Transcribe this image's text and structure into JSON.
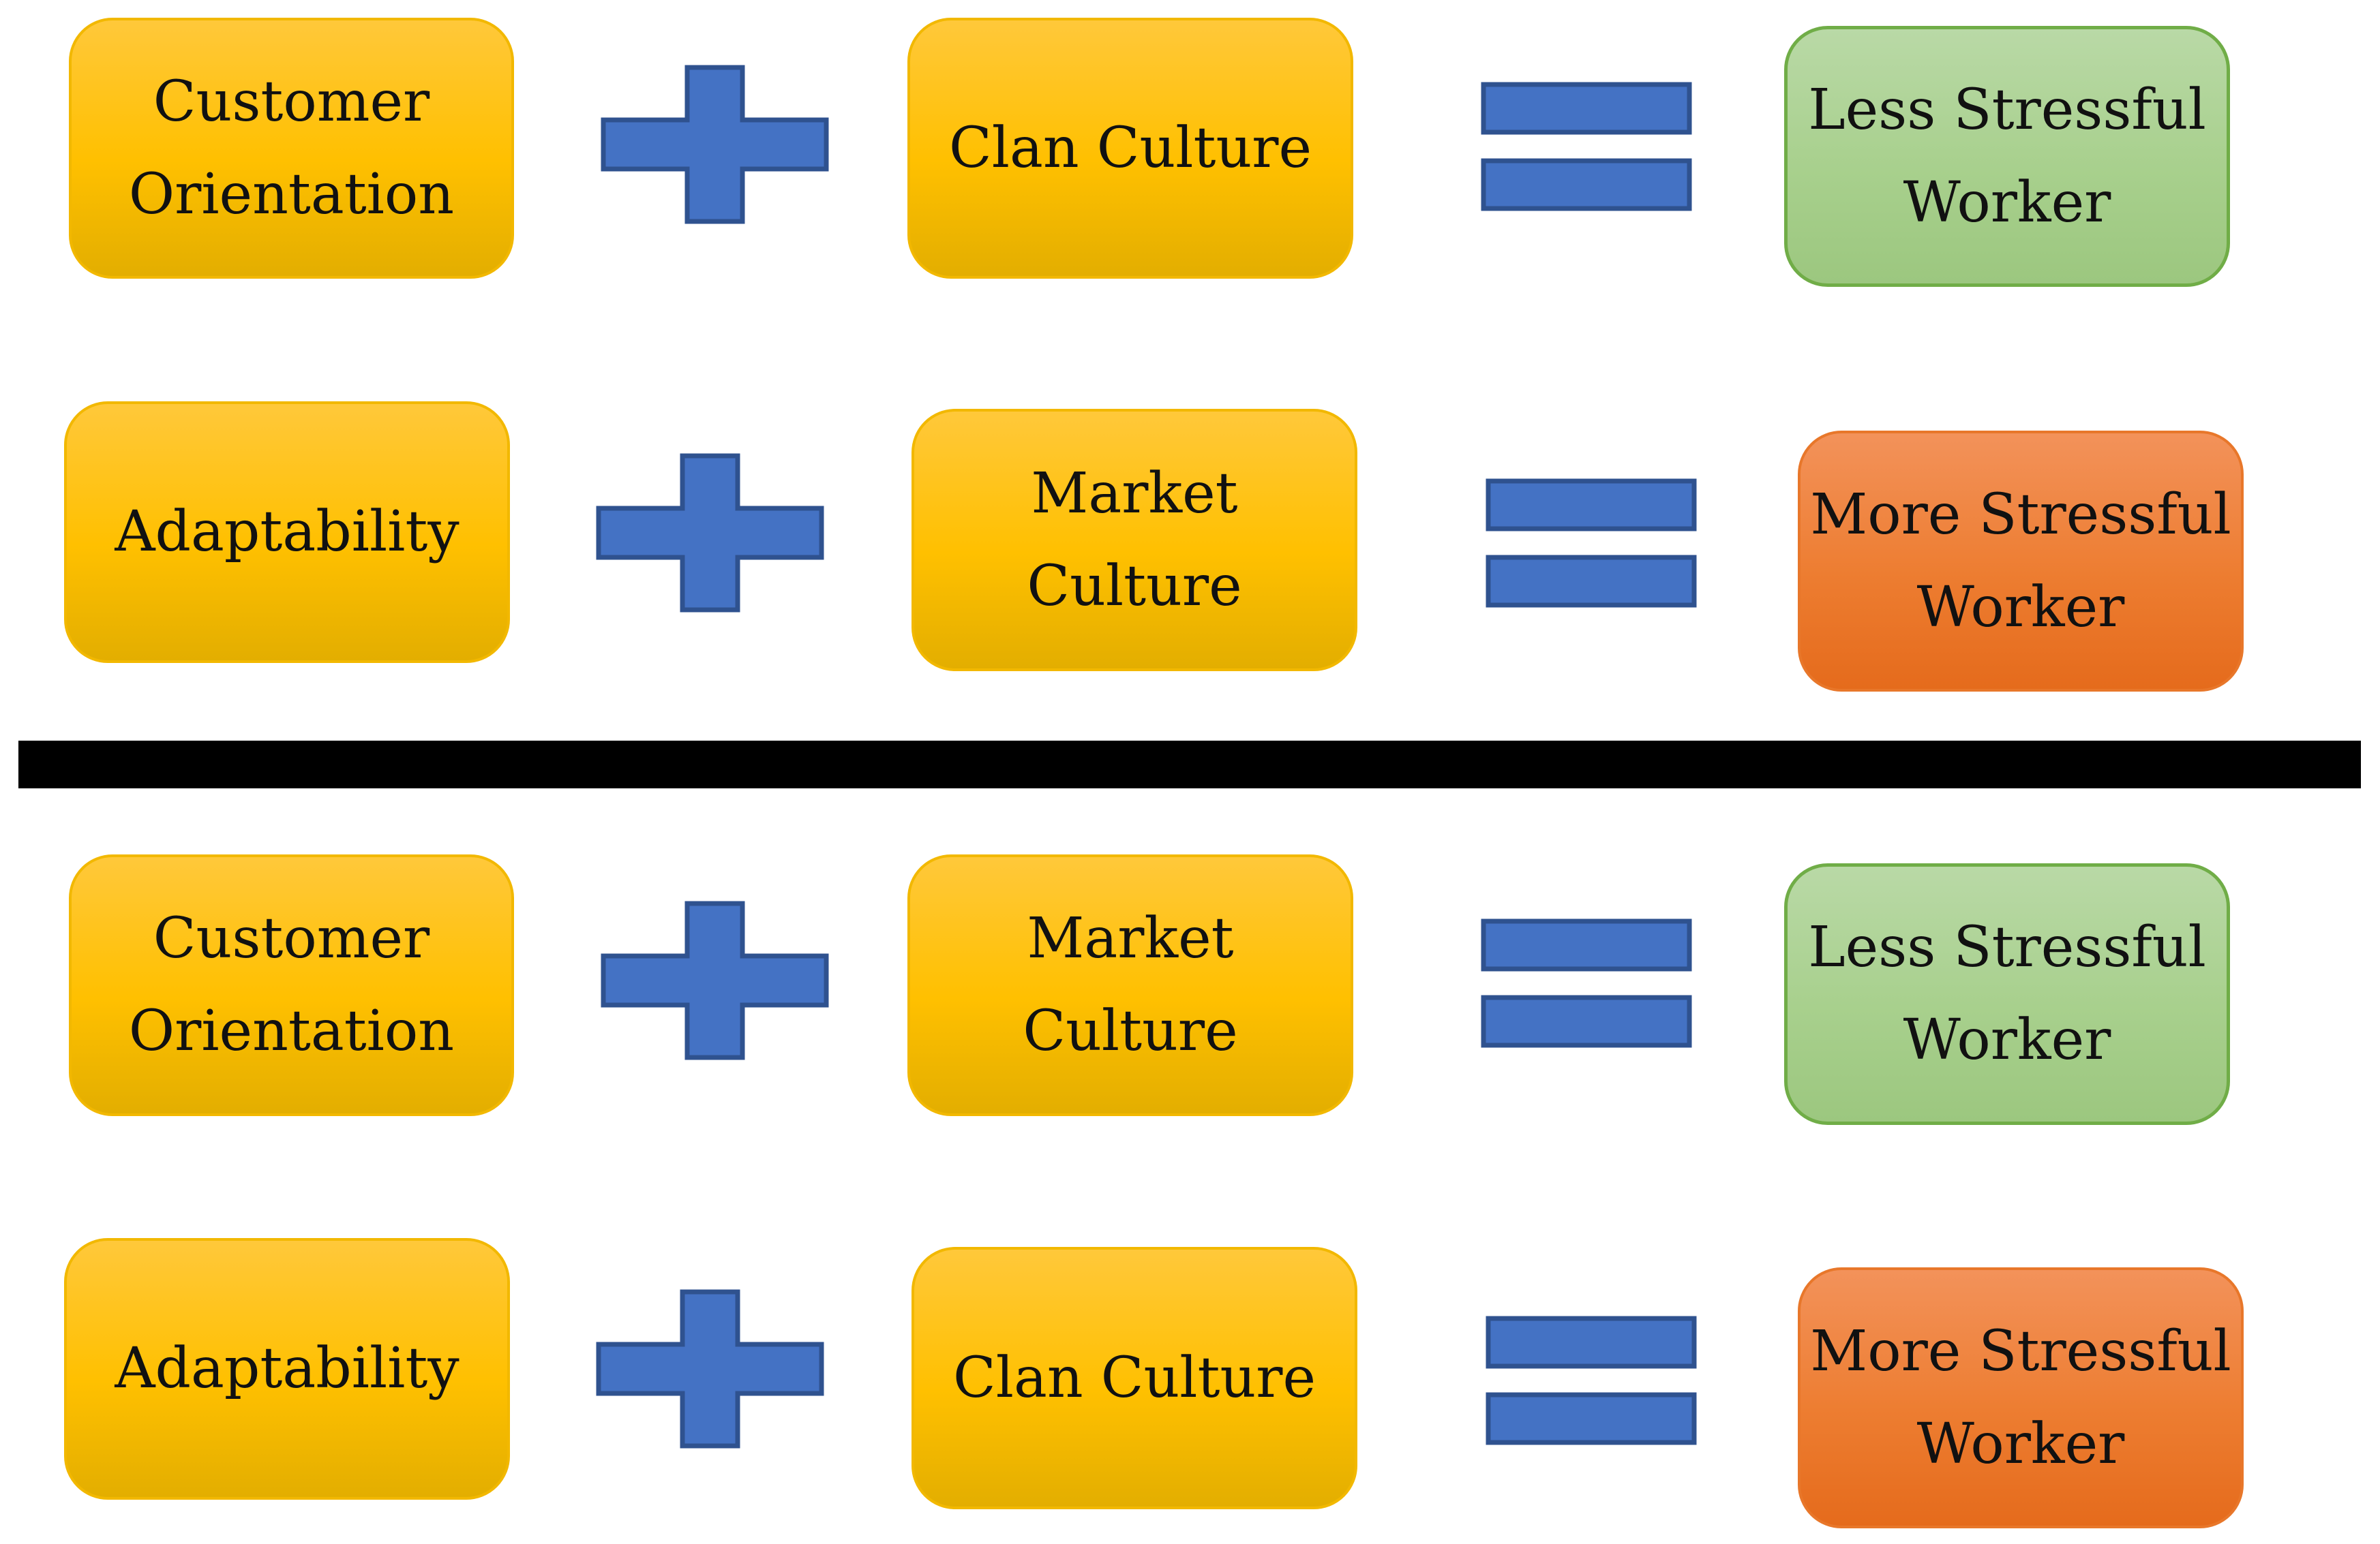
{
  "colors": {
    "input_box": "#FFC000",
    "less_stressful": "#A8D08D",
    "more_stressful": "#ED7D31",
    "operator_fill": "#4472C4",
    "operator_stroke": "#2F528F",
    "divider": "#000000"
  },
  "icons": {
    "plus": "plus-icon",
    "equals": "equals-icon"
  },
  "rows": [
    {
      "input": [
        "Customer",
        "Orientation"
      ],
      "culture": [
        "Clan Culture"
      ],
      "outcome": [
        "Less Stressful",
        "Worker"
      ],
      "outcome_type": "less"
    },
    {
      "input": [
        "Adaptability"
      ],
      "culture": [
        "Market",
        "Culture"
      ],
      "outcome": [
        "More Stressful",
        "Worker"
      ],
      "outcome_type": "more"
    },
    {
      "input": [
        "Customer",
        "Orientation"
      ],
      "culture": [
        "Market",
        "Culture"
      ],
      "outcome": [
        "Less Stressful",
        "Worker"
      ],
      "outcome_type": "less"
    },
    {
      "input": [
        "Adaptability"
      ],
      "culture": [
        "Clan Culture"
      ],
      "outcome": [
        "More Stressful",
        "Worker"
      ],
      "outcome_type": "more"
    }
  ]
}
